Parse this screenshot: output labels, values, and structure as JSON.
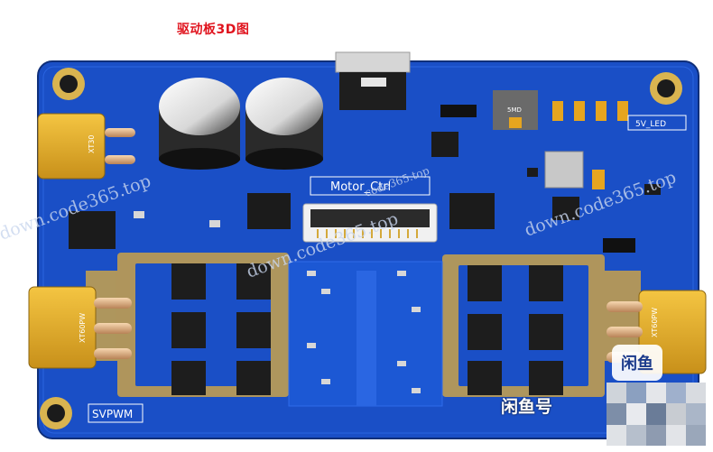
{
  "caption": "驱动板3D图",
  "board": {
    "header_label": "Motor_Ctrl",
    "led_label": "5V_LED",
    "corner_label": "SVPWM",
    "chip_mark": "5MD"
  },
  "connectors": {
    "left_top_label": "XT30",
    "left_mid_label": "XT60PW",
    "right_mid_label": "XT60PW"
  },
  "watermarks": {
    "left": "down.code365.top",
    "center": "down.code365.top",
    "right": "down.code365.top",
    "top_fragment": "code365.top"
  },
  "overlay": {
    "brand_badge": "闲鱼",
    "brand_text": "闲鱼号"
  },
  "colors": {
    "pcb": "#1a4fc6",
    "pcb_dark": "#143d9e",
    "copper": "#c9a24a",
    "caption": "#e0141e"
  }
}
